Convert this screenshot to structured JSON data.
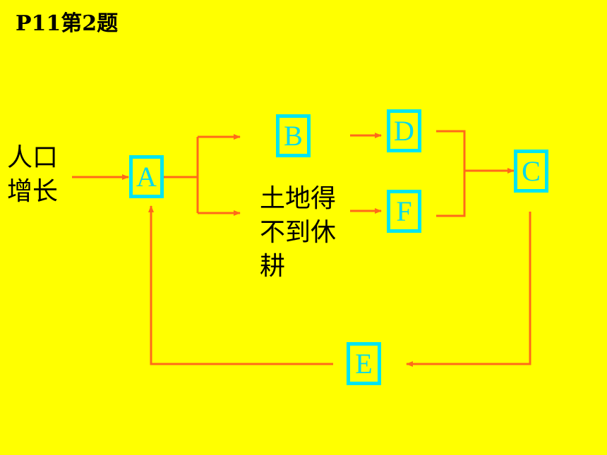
{
  "title": "P11第2题",
  "source_label": {
    "line1": "人口",
    "line2": "增长"
  },
  "middle_label": {
    "line1": "土地得",
    "line2": "不到休",
    "line3": "耕"
  },
  "boxes": {
    "a": "A",
    "b": "B",
    "c": "C",
    "d": "D",
    "e": "E",
    "f": "F"
  },
  "colors": {
    "background": "#FFFF00",
    "box_border": "#00E5F0",
    "box_text": "#00D8EC",
    "arrow": "#FF6A1A"
  }
}
